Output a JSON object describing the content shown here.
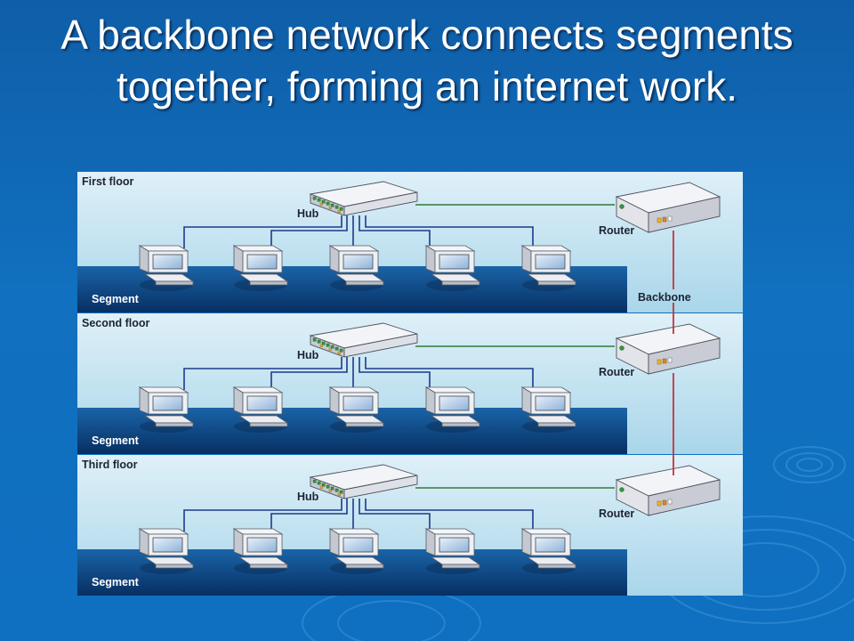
{
  "slide": {
    "title": "A backbone network connects segments together, forming an internet work."
  },
  "diagram": {
    "floors": [
      {
        "label": "First floor",
        "hub_label": "Hub",
        "router_label": "Router",
        "segment_label": "Segment"
      },
      {
        "label": "Second floor",
        "hub_label": "Hub",
        "router_label": "Router",
        "segment_label": "Segment"
      },
      {
        "label": "Third floor",
        "hub_label": "Hub",
        "router_label": "Router",
        "segment_label": "Segment"
      }
    ],
    "backbone_label": "Backbone",
    "computers_per_floor": 5
  },
  "colors": {
    "background": "#1170bf",
    "floor_panel": "#bde0ef",
    "segment_water": "#0d3d78",
    "lan_cable": "#1c3a8c",
    "hub_router_link": "#2f7a3a",
    "backbone_cable": "#c8313a"
  }
}
